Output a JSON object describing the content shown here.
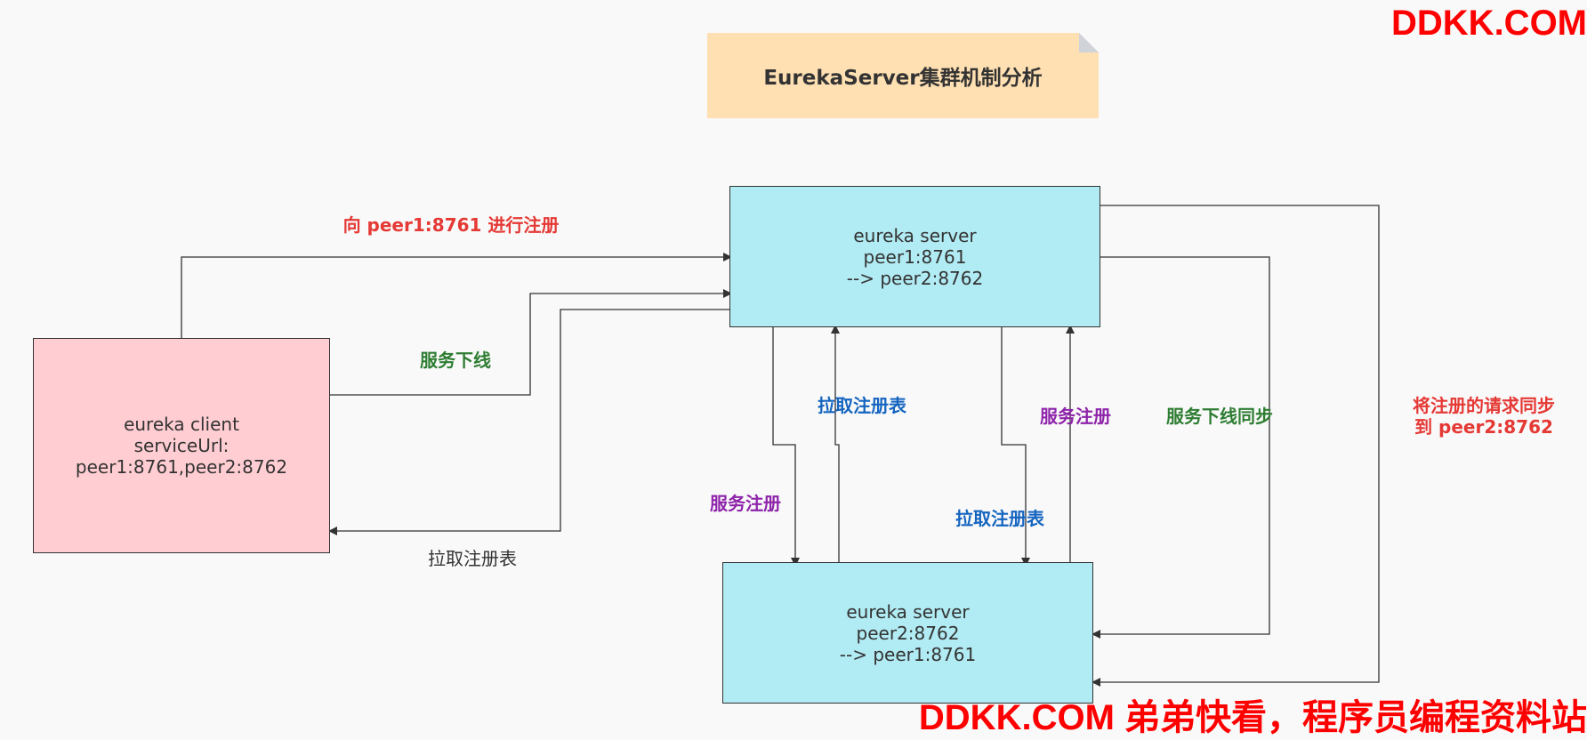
{
  "title": "EurekaServer集群机制分析",
  "nodes": {
    "server1": [
      "eureka server",
      "peer1:8761",
      "--> peer2:8762"
    ],
    "server2": [
      "eureka server",
      "peer2:8762",
      "--> peer1:8761"
    ],
    "client": [
      "eureka client",
      "serviceUrl:",
      "peer1:8761,peer2:8762"
    ]
  },
  "edge_labels": {
    "client_register": "向 peer1:8761 进行注册",
    "client_offline": "服务下线",
    "client_fetch": "拉取注册表",
    "s1_to_s2_register": "服务注册",
    "s2_fetch_from_s1": "拉取注册表",
    "s2_register_to_s1": "服务注册",
    "s1_fetch_from_s2": "拉取注册表",
    "offline_sync": "服务下线同步",
    "register_sync": [
      "将注册的请求同步",
      "到 peer2:8762"
    ]
  },
  "colors": {
    "server_fill": "#b1ebf3",
    "client_fill": "#ffcdd2",
    "title_fill": "#ffe0b2",
    "red": "#e53935",
    "green": "#2e7d32",
    "blue": "#1565c0",
    "purple": "#8e24aa",
    "watermark": "#ff0000"
  },
  "watermarks": {
    "top": "DDKK.COM",
    "bottom": "DDKK.COM 弟弟快看，程序员编程资料站"
  }
}
